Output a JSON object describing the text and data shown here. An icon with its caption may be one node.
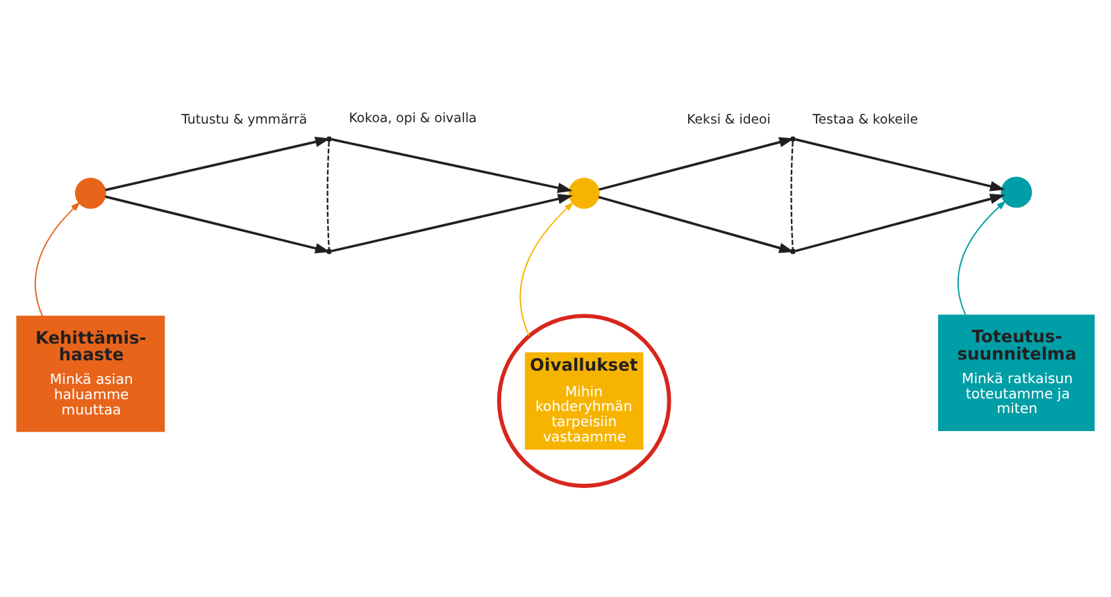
{
  "diagram": {
    "nodes": [
      {
        "text": [],
        "shape": "circle"
      },
      {
        "text": [],
        "shape": "point"
      },
      {
        "text": [],
        "shape": "point"
      },
      {
        "text": [],
        "shape": "circle"
      },
      {
        "text": [],
        "shape": "point"
      },
      {
        "text": [],
        "shape": "point"
      },
      {
        "text": [],
        "shape": "circle"
      },
      {
        "text": [
          "Kehittämis- haaste",
          "Minkä asian haluamme muuttaa"
        ]
      },
      {
        "text": [
          "Oivallukset",
          "Mihin kohderyhmän tarpeisiin vastaamme"
        ]
      },
      {
        "text": [
          "Toteutus- suunnitelma",
          "Minkä ratkaisun toteutamme ja miten"
        ]
      }
    ],
    "edges": [
      {
        "from": 0,
        "to": 1,
        "arrow": "to",
        "label": "Tutustu & ymmärrä"
      },
      {
        "from": 1,
        "to": 3,
        "arrow": "to",
        "label": "Kokoa, opi & oivalla"
      },
      {
        "from": 0,
        "to": 2,
        "arrow": "to"
      },
      {
        "from": 2,
        "to": 3,
        "arrow": "to"
      },
      {
        "from": 1,
        "to": 2,
        "arrow": "none",
        "style": "dashed"
      },
      {
        "from": 3,
        "to": 4,
        "arrow": "to",
        "label": "Keksi & ideoi"
      },
      {
        "from": 4,
        "to": 6,
        "arrow": "to",
        "label": "Testaa & kokeile"
      },
      {
        "from": 3,
        "to": 5,
        "arrow": "to"
      },
      {
        "from": 5,
        "to": 6,
        "arrow": "to"
      },
      {
        "from": 4,
        "to": 5,
        "arrow": "none",
        "style": "dashed"
      },
      {
        "from": 7,
        "to": 0,
        "arrow": "to",
        "color": "#e8641b"
      },
      {
        "from": 8,
        "to": 3,
        "arrow": "to",
        "color": "#f6b400"
      },
      {
        "from": 9,
        "to": 6,
        "arrow": "to",
        "color": "#009ea6"
      }
    ]
  }
}
